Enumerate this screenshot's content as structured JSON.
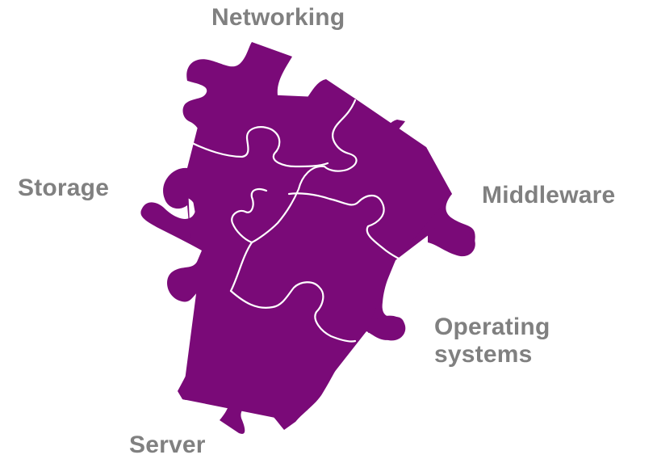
{
  "colors": {
    "puzzle_fill": "#7a0a78",
    "seam": "#ffffff",
    "label_text": "#808080",
    "background": "#ffffff"
  },
  "pieces": {
    "networking": "Networking",
    "storage": "Storage",
    "middleware": "Middleware",
    "operating_systems_line1": "Operating",
    "operating_systems_line2": "systems",
    "server": "Server"
  }
}
